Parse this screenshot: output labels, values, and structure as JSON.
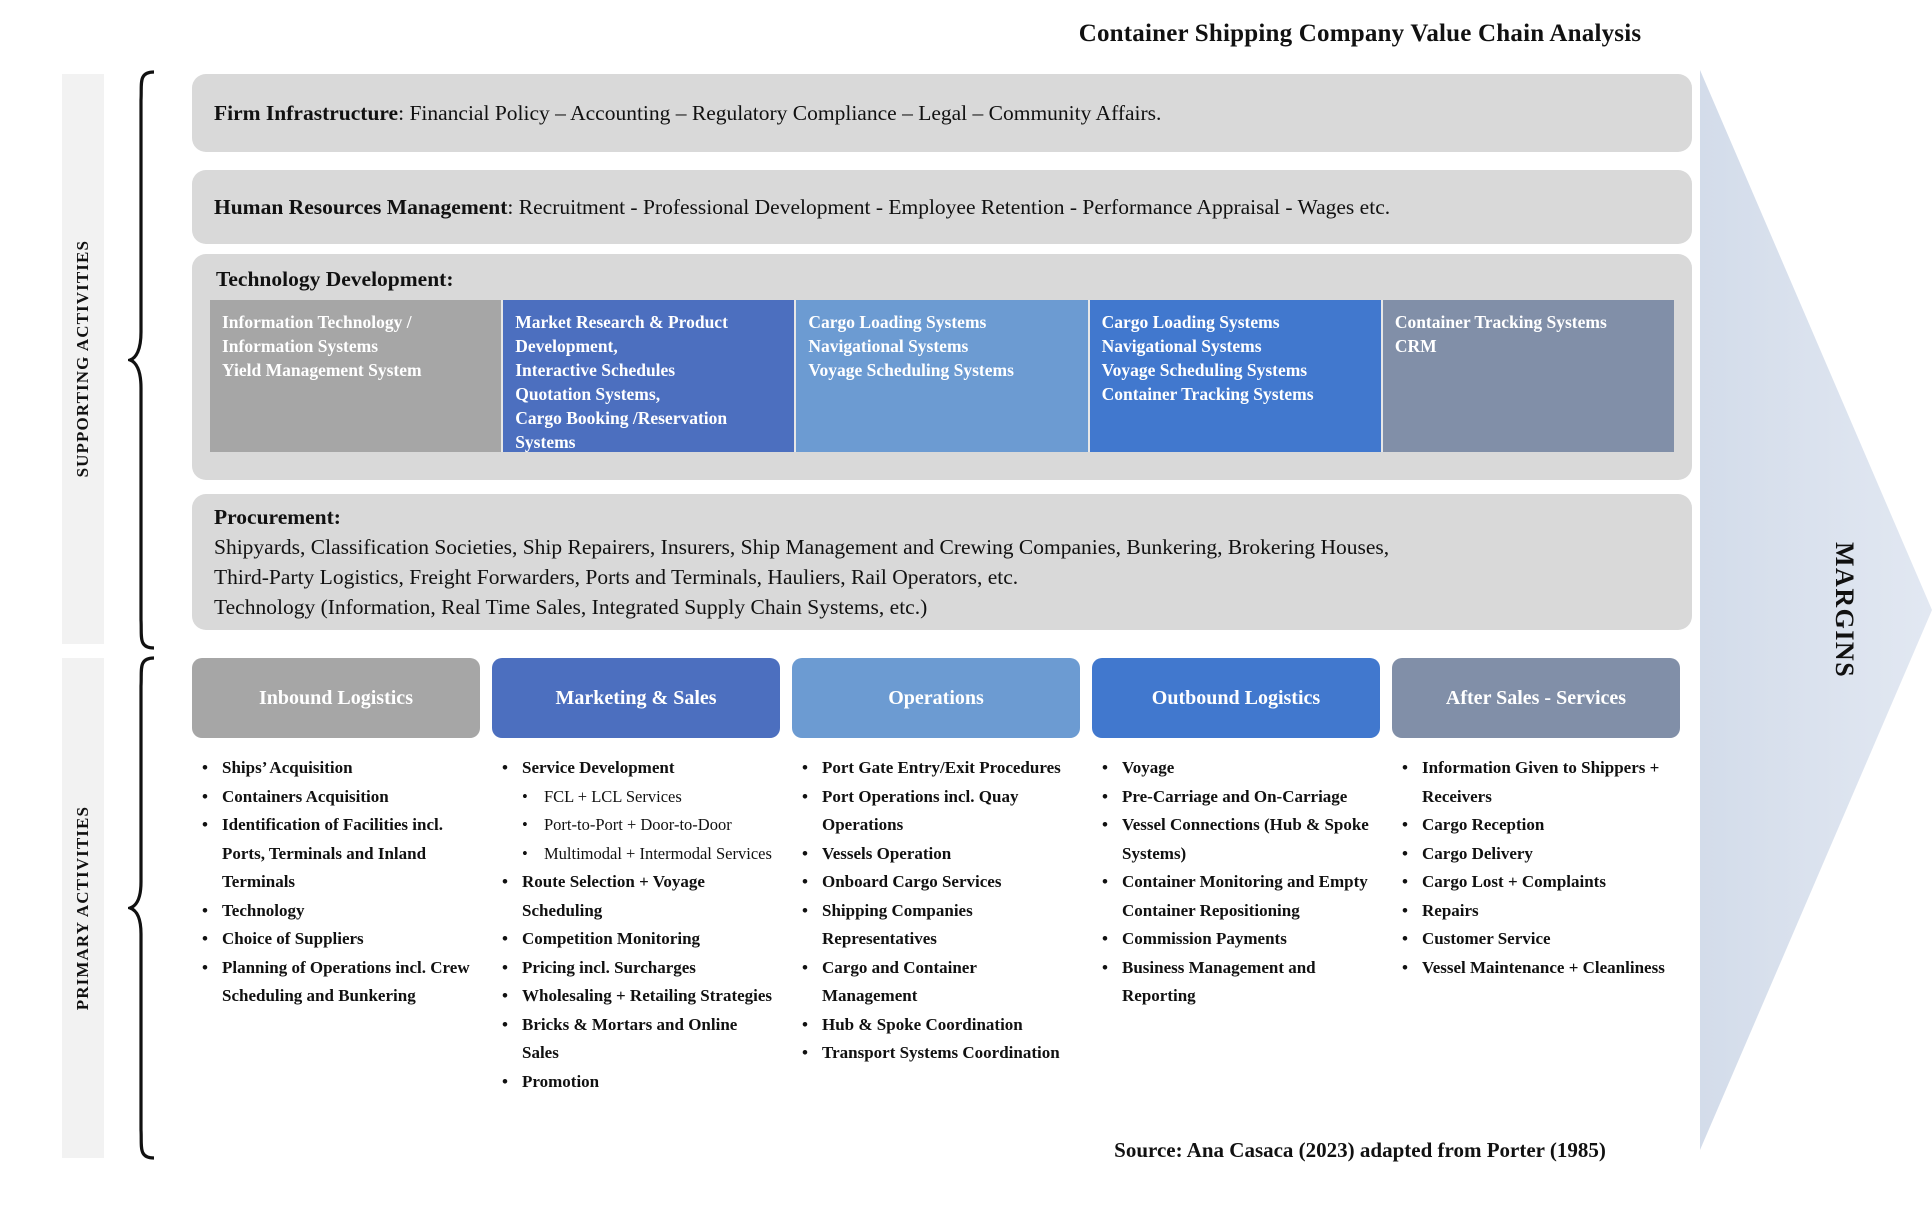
{
  "title": "Container Shipping Company Value Chain Analysis",
  "side_labels": {
    "supporting": "SUPPORTING ACTIVITIES",
    "primary": "PRIMARY ACTIVITIES"
  },
  "margins": {
    "label": "MARGINS",
    "color": "#dbe2ee"
  },
  "colors": {
    "row_bg": "#d9d9d9",
    "gray": "#a6a6a6",
    "indigo": "#4c6fbf",
    "light_blue": "#6c9bd2",
    "blue": "#4178ce",
    "blue_gray": "#818fa8"
  },
  "supporting": {
    "firm_infrastructure": {
      "label": "Firm Infrastructure",
      "text": ": Financial Policy – Accounting – Regulatory Compliance – Legal – Community Affairs."
    },
    "human_resources": {
      "label": "Human Resources Management",
      "text": ": Recruitment - Professional Development - Employee Retention - Performance Appraisal - Wages etc."
    },
    "technology_development": {
      "title": "Technology Development:",
      "cells": [
        {
          "color": "#a6a6a6",
          "text": "Information Technology / Information Systems\nYield Management System"
        },
        {
          "color": "#4c6fbf",
          "text": "Market Research  & Product Development,\nInteractive Schedules\nQuotation Systems,\nCargo Booking /Reservation Systems"
        },
        {
          "color": "#6c9bd2",
          "text": "Cargo Loading Systems\nNavigational Systems\nVoyage Scheduling Systems"
        },
        {
          "color": "#4178ce",
          "text": "Cargo Loading Systems\nNavigational Systems\nVoyage Scheduling Systems\nContainer Tracking Systems"
        },
        {
          "color": "#818fa8",
          "text": "Container Tracking Systems\nCRM"
        }
      ]
    },
    "procurement": {
      "title": "Procurement:",
      "lines": [
        "Shipyards, Classification Societies, Ship Repairers, Insurers, Ship Management and Crewing Companies, Bunkering, Brokering Houses,",
        "Third-Party Logistics, Freight Forwarders, Ports and Terminals, Hauliers, Rail Operators, etc.",
        "Technology (Information, Real Time Sales, Integrated Supply Chain Systems, etc.)"
      ]
    }
  },
  "primary_columns": [
    {
      "header": "Inbound Logistics",
      "color": "#a6a6a6",
      "items": [
        {
          "level": 1,
          "text": "Ships’ Acquisition"
        },
        {
          "level": 1,
          "text": "Containers Acquisition"
        },
        {
          "level": 1,
          "text": "Identification of Facilities incl. Ports, Terminals and Inland Terminals"
        },
        {
          "level": 1,
          "text": "Technology"
        },
        {
          "level": 1,
          "text": "Choice of Suppliers"
        },
        {
          "level": 1,
          "text": "Planning of Operations incl. Crew Scheduling and Bunkering"
        }
      ]
    },
    {
      "header": "Marketing & Sales",
      "color": "#4c6fbf",
      "items": [
        {
          "level": 1,
          "text": "Service Development"
        },
        {
          "level": 2,
          "text": "FCL + LCL Services"
        },
        {
          "level": 2,
          "text": "Port-to-Port  + Door-to-Door"
        },
        {
          "level": 2,
          "text": "Multimodal  + Intermodal Services"
        },
        {
          "level": 1,
          "text": "Route Selection + Voyage Scheduling"
        },
        {
          "level": 1,
          "text": "Competition Monitoring"
        },
        {
          "level": 1,
          "text": "Pricing incl. Surcharges"
        },
        {
          "level": 1,
          "text": "Wholesaling + Retailing Strategies"
        },
        {
          "level": 1,
          "text": "Bricks & Mortars and Online Sales"
        },
        {
          "level": 1,
          "text": "Promotion"
        }
      ]
    },
    {
      "header": "Operations",
      "color": "#6c9bd2",
      "items": [
        {
          "level": 1,
          "text": "Port Gate Entry/Exit Procedures"
        },
        {
          "level": 1,
          "text": "Port Operations incl. Quay Operations"
        },
        {
          "level": 1,
          "text": "Vessels Operation"
        },
        {
          "level": 1,
          "text": "Onboard Cargo Services"
        },
        {
          "level": 1,
          "text": "Shipping Companies Representatives"
        },
        {
          "level": 1,
          "text": "Cargo and Container Management"
        },
        {
          "level": 1,
          "text": "Hub & Spoke Coordination"
        },
        {
          "level": 1,
          "text": "Transport Systems Coordination"
        }
      ]
    },
    {
      "header": "Outbound Logistics",
      "color": "#4178ce",
      "items": [
        {
          "level": 1,
          "text": "Voyage"
        },
        {
          "level": 1,
          "text": "Pre-Carriage and On-Carriage"
        },
        {
          "level": 1,
          "text": "Vessel Connections (Hub & Spoke Systems)"
        },
        {
          "level": 1,
          "text": "Container Monitoring and Empty Container Repositioning"
        },
        {
          "level": 1,
          "text": "Commission Payments"
        },
        {
          "level": 1,
          "text": "Business Management and Reporting"
        }
      ]
    },
    {
      "header": "After Sales - Services",
      "color": "#818fa8",
      "items": [
        {
          "level": 1,
          "text": "Information Given to Shippers + Receivers"
        },
        {
          "level": 1,
          "text": "Cargo Reception"
        },
        {
          "level": 1,
          "text": "Cargo Delivery"
        },
        {
          "level": 1,
          "text": "Cargo Lost + Complaints"
        },
        {
          "level": 1,
          "text": "Repairs"
        },
        {
          "level": 1,
          "text": "Customer Service"
        },
        {
          "level": 1,
          "text": "Vessel Maintenance + Cleanliness"
        }
      ]
    }
  ],
  "source": "Source: Ana Casaca (2023) adapted from Porter (1985)"
}
